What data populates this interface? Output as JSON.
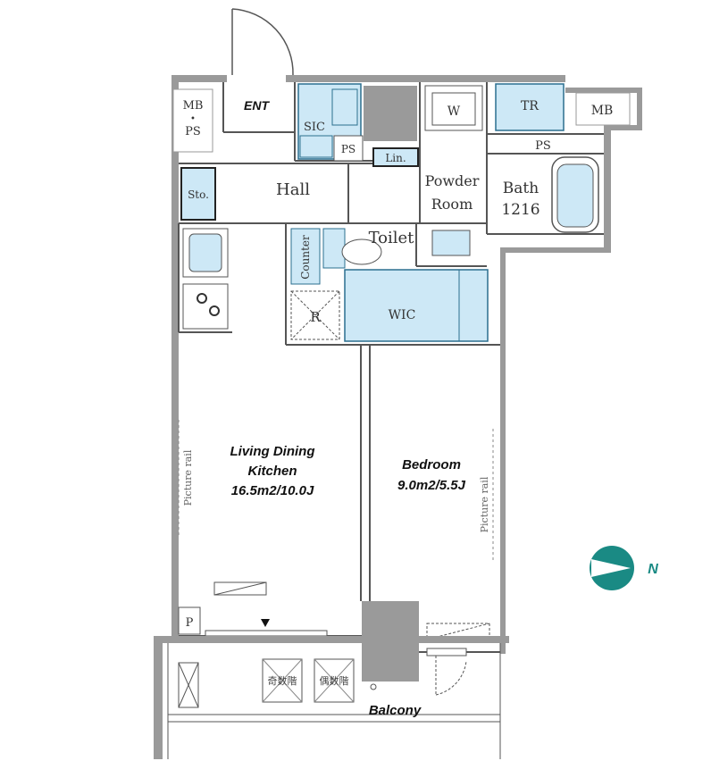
{
  "plan": {
    "rooms": {
      "entrance": "ENT",
      "shoe_closet": "SIC",
      "pipe_space_1": "PS",
      "pipe_space_2": "PS",
      "meter_box_left": "MB",
      "meter_box_left_dot": "•",
      "meter_box_left_ps": "PS",
      "meter_box_right": "MB",
      "trunk_room": "TR",
      "washer": "W",
      "linen": "Lin.",
      "powder_room_1": "Powder",
      "powder_room_2": "Room",
      "bath_1": "Bath",
      "bath_2": "1216",
      "storage": "Sto.",
      "hall": "Hall",
      "toilet": "Toilet",
      "counter": "Counter",
      "refrigerator": "R",
      "wic": "WIC",
      "ldk_1": "Living Dining",
      "ldk_2": "Kitchen",
      "ldk_area": "16.5m2/10.0J",
      "bedroom": "Bedroom",
      "bedroom_area": "9.0m2/5.5J",
      "picture_rail_left": "Picture rail",
      "picture_rail_right": "Picture rail",
      "p_box": "P",
      "balcony": "Balcony",
      "odd_floor": "奇数階",
      "even_floor": "偶数階",
      "compass": "N"
    },
    "colors": {
      "wall": "#9a9a9a",
      "fixture": "#cde8f6",
      "fixture_stroke": "#2b6f8f",
      "compass": "#1a8a84",
      "compass_text": "#1a8a84"
    }
  }
}
